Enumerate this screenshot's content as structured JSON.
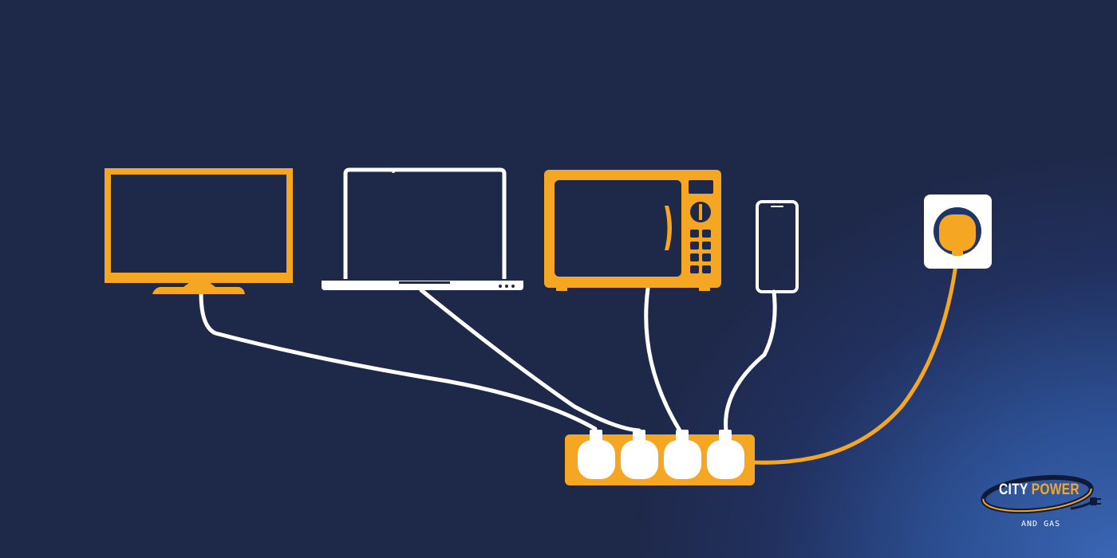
{
  "logo": {
    "brand_word1": "CITY",
    "brand_word2": "POWER",
    "tagline": "AND GAS"
  },
  "colors": {
    "background": "#1e2848",
    "accent_orange": "#f5a623",
    "cable_white": "#ffffff",
    "socket_white": "#ffffff"
  },
  "devices": [
    {
      "name": "television",
      "icon": "tv-icon",
      "color": "#f5a623"
    },
    {
      "name": "laptop",
      "icon": "laptop-icon",
      "color": "#ffffff"
    },
    {
      "name": "microwave",
      "icon": "microwave-icon",
      "color": "#f5a623"
    },
    {
      "name": "smartphone",
      "icon": "smartphone-icon",
      "color": "#ffffff"
    }
  ],
  "power_strip": {
    "icon": "power-strip-icon",
    "outlets": 4
  },
  "wall_socket": {
    "icon": "wall-socket-icon"
  }
}
